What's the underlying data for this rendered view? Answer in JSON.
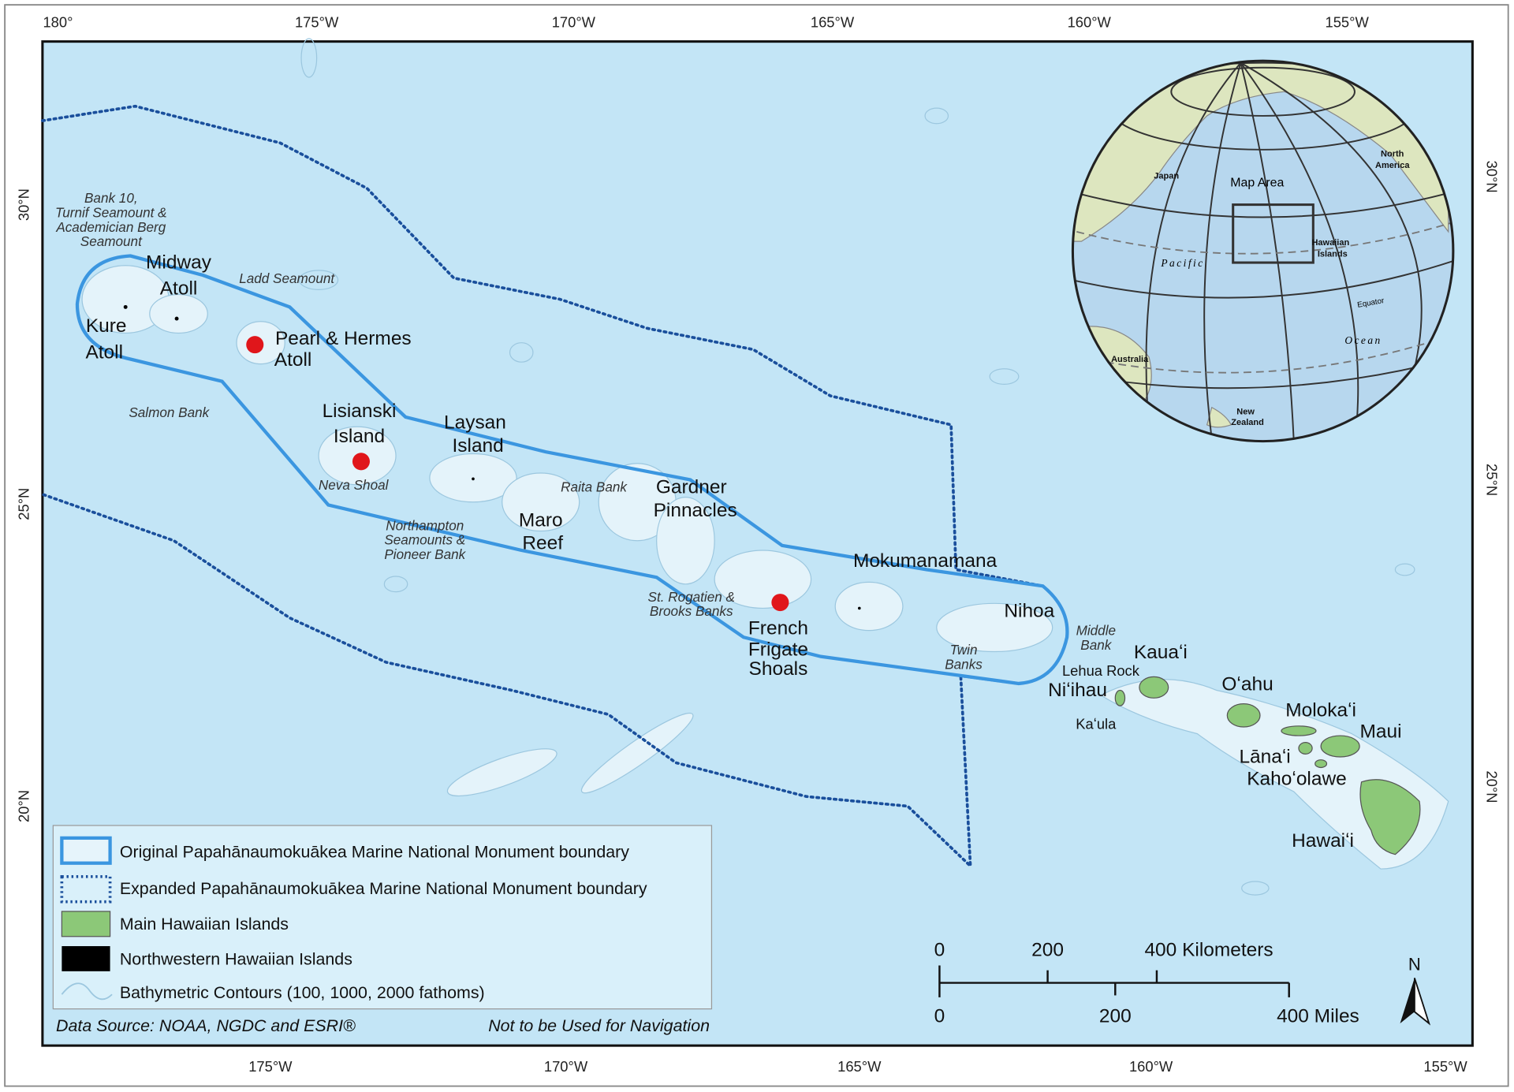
{
  "colors": {
    "ocean": "#c3e5f6",
    "shallow": "#e4f3fa",
    "original_boundary": "#3b96e0",
    "expanded_boundary": "#1a4f9c",
    "main_islands": "#8cc878",
    "nw_islands": "#000000",
    "marker": "#e0161b",
    "globe_ocean": "#b7d7ee",
    "globe_land": "#dde6bf"
  },
  "axes": {
    "top_lon": [
      "180°",
      "175°W",
      "170°W",
      "165°W",
      "160°W",
      "155°W"
    ],
    "bottom_lon": [
      "175°W",
      "170°W",
      "165°W",
      "160°W",
      "155°W"
    ],
    "left_lat": [
      "30°N",
      "25°N",
      "20°N"
    ],
    "right_lat": [
      "30°N",
      "25°N",
      "20°N"
    ]
  },
  "labels": [
    "Bank 10,",
    "Turnif Seamount &",
    "Academician Berg",
    "Seamount",
    "Midway",
    "Atoll",
    "Ladd Seamount",
    "Kure",
    "Atoll",
    "Pearl & Hermes",
    "Atoll",
    "Salmon Bank",
    "Lisianski",
    "Island",
    "Laysan",
    "Island",
    "Neva Shoal",
    "Raita Bank",
    "Gardner",
    "Pinnacles",
    "Maro",
    "Reef",
    "Northampton",
    "Seamounts &",
    "Pioneer Bank",
    "Mokumanamana",
    "St. Rogatien &",
    "Brooks Banks",
    "French",
    "Frigate",
    "Shoals",
    "Nihoa",
    "Middle",
    "Bank",
    "Twin",
    "Banks",
    "Kauaʻi",
    "Lehua Rock",
    "Niʻihau",
    "Kaʻula",
    "Oʻahu",
    "Molokaʻi",
    "Maui",
    "Lānaʻi",
    "Kahoʻolawe",
    "Hawaiʻi"
  ],
  "globe": {
    "labels": [
      "Japan",
      "Map Area",
      "North",
      "America",
      "Hawaiian",
      "Islands",
      "Pacific",
      "Equator",
      "Ocean",
      "Australia",
      "New",
      "Zealand"
    ]
  },
  "legend": {
    "items": [
      {
        "label": "Original Papahānaumokuākea Marine National Monument boundary",
        "icon": "solid-outline-box"
      },
      {
        "label": "Expanded Papahānaumokuākea Marine National Monument boundary",
        "icon": "dotted-outline-box"
      },
      {
        "label": "Main Hawaiian Islands",
        "icon": "green-fill-box"
      },
      {
        "label": "Northwestern Hawaiian Islands",
        "icon": "black-fill-box"
      },
      {
        "label": "Bathymetric Contours (100, 1000, 2000 fathoms)",
        "icon": "contour-line"
      }
    ],
    "source": "Data Source: NOAA, NGDC and ESRI®",
    "disclaimer": "Not to be Used for Navigation"
  },
  "scale_bar": {
    "km": [
      "0",
      "200",
      "400 Kilometers"
    ],
    "miles": [
      "0",
      "200",
      "400 Miles"
    ]
  },
  "north_arrow": "N"
}
